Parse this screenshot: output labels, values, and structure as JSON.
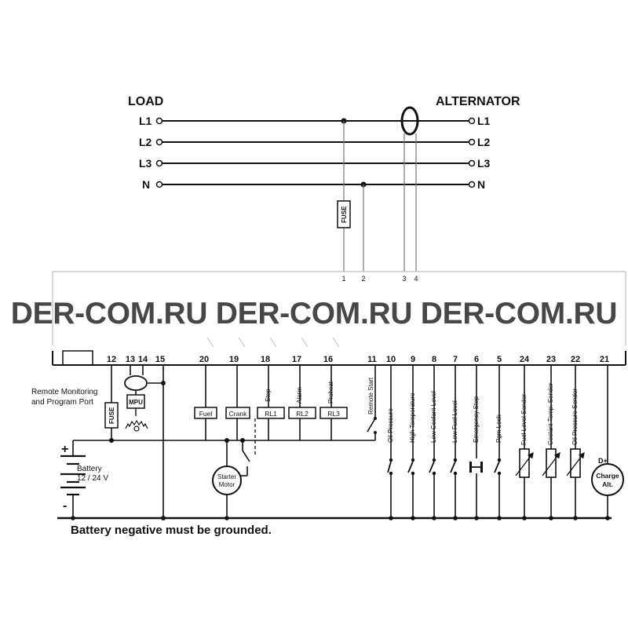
{
  "header": {
    "load_title": "LOAD",
    "alternator_title": "ALTERNATOR"
  },
  "phases": {
    "l1": "L1",
    "l2": "L2",
    "l3": "L3",
    "n": "N"
  },
  "fuse_label": "FUSE",
  "sense_terminals": [
    "1",
    "2",
    "3",
    "4"
  ],
  "terminals": {
    "t12": "12",
    "t13": "13",
    "t14": "14",
    "t15": "15",
    "t20": "20",
    "t19": "19",
    "t18": "18",
    "t17": "17",
    "t16": "16",
    "t11": "11",
    "t10": "10",
    "t9": "9",
    "t8": "8",
    "t7": "7",
    "t6": "6",
    "t5": "5",
    "t24": "24",
    "t23": "23",
    "t22": "22",
    "t21": "21"
  },
  "left_block": {
    "remote_line1": "Remote Monitoring",
    "remote_line2": "and Program Port",
    "mpu": "MPU",
    "fuse": "FUSE",
    "battery_line1": "Battery",
    "battery_line2": "12 / 24 V",
    "plus": "+",
    "minus": "-"
  },
  "relays": {
    "fuel": "Fuel",
    "crank": "Crank",
    "rl1": "RL1",
    "rl2": "RL2",
    "rl3": "RL3",
    "stop": "Stop",
    "alarm": "Alarm",
    "preheat": "Preheat"
  },
  "starter": {
    "line1": "Starter",
    "line2": "Motor"
  },
  "inputs": {
    "remote_start": "Remote Start",
    "oil_pressure": "Oil Pressure",
    "high_temp": "High Temperature",
    "low_coolant": "Low Coolant Level",
    "low_fuel": "Low Fuel Level",
    "emergency": "Emergency Stop",
    "pgm_lock": "Pgm Lock",
    "fuel_sender": "Fuel Level Sender",
    "coolant_sender": "Coolant Temp. Sender",
    "oil_sender": "Oil Pressure Sender"
  },
  "charge": {
    "dplus": "D+",
    "line1": "Charge",
    "line2": "Alt."
  },
  "footer": "Battery negative must be grounded.",
  "watermark": "DER-COM.RU DER-COM.RU DER-COM.RU"
}
